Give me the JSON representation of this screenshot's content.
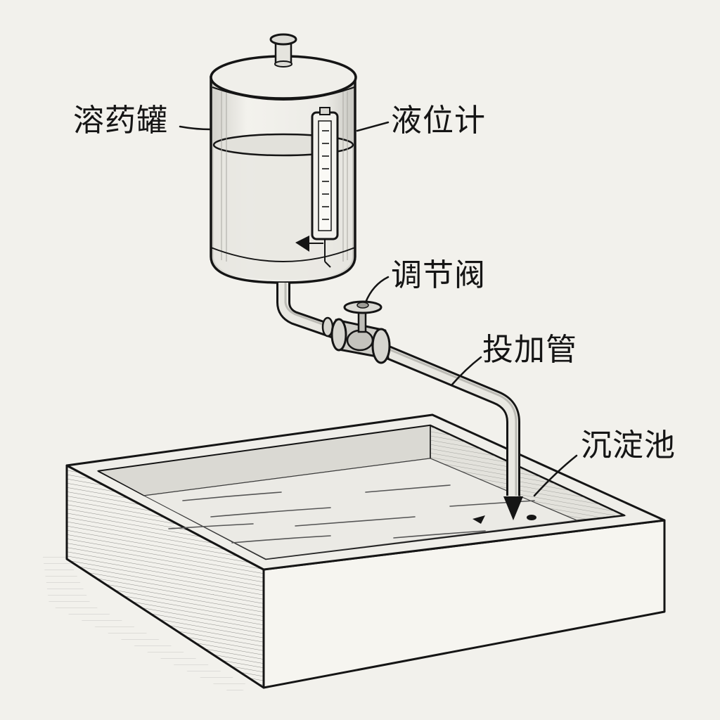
{
  "labels": {
    "tank": "溶药罐",
    "level_gauge": "液位计",
    "valve": "调节阀",
    "dosing_pipe": "投加管",
    "basin": "沉淀池"
  },
  "colors": {
    "paper": "#f2f1ec",
    "ink": "#151515",
    "shade": "#9a9a96",
    "liquid": "#e6e5df"
  }
}
